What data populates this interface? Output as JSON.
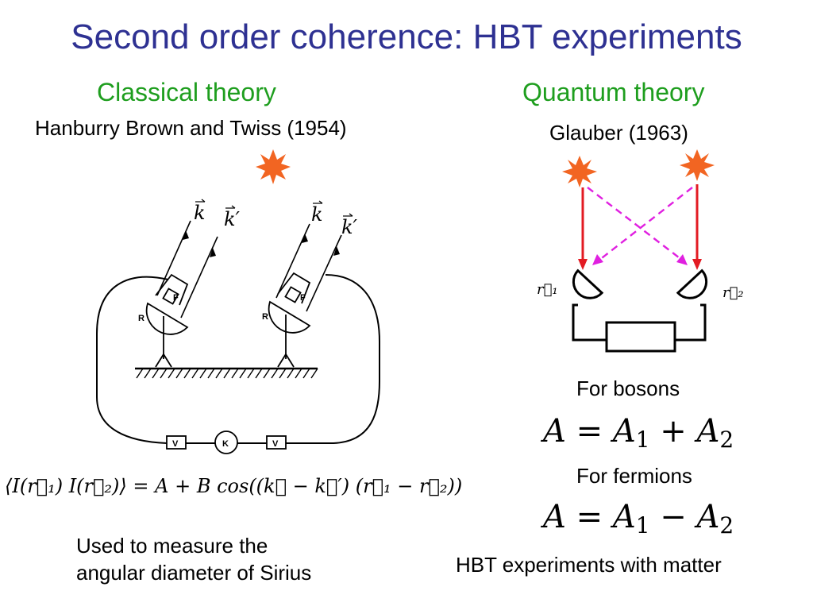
{
  "slide": {
    "title": "Second order coherence: HBT experiments",
    "left": {
      "heading": "Classical theory",
      "citation": "Hanburry Brown and Twiss (1954)",
      "apparatus_labels": {
        "k": "k",
        "k_prime": "k′",
        "mirror": "R",
        "filter": "F",
        "amplifier": "V",
        "correlator": "K"
      },
      "equation": {
        "lhs": "⟨I(r⃗₁) I(r⃗₂)⟩",
        "rhs": "= A + B  cos((k⃗ − k⃗′) (r⃗₁ − r⃗₂))"
      },
      "note_line1": "Used to measure the",
      "note_line2": "angular diameter of Sirius"
    },
    "right": {
      "heading": "Quantum theory",
      "citation": "Glauber (1963)",
      "detector_labels": {
        "r1": "r⃗₁",
        "r2": "r⃗₂"
      },
      "bosons_label": "For bosons",
      "bosons_eq": {
        "a": "A",
        "eq": "=",
        "a1": "A",
        "sub1": "1",
        "op": "+",
        "a2": "A",
        "sub2": "2"
      },
      "fermions_label": "For fermions",
      "fermions_eq": {
        "a": "A",
        "eq": "=",
        "a1": "A",
        "sub1": "1",
        "op": "−",
        "a2": "A",
        "sub2": "2"
      },
      "footer": "HBT experiments with matter"
    }
  },
  "colors": {
    "title": "#2e3192",
    "heading": "#1e9e1e",
    "star": "#f26522",
    "direct_path": "#e31b23",
    "exchange_path": "#e020e0"
  }
}
